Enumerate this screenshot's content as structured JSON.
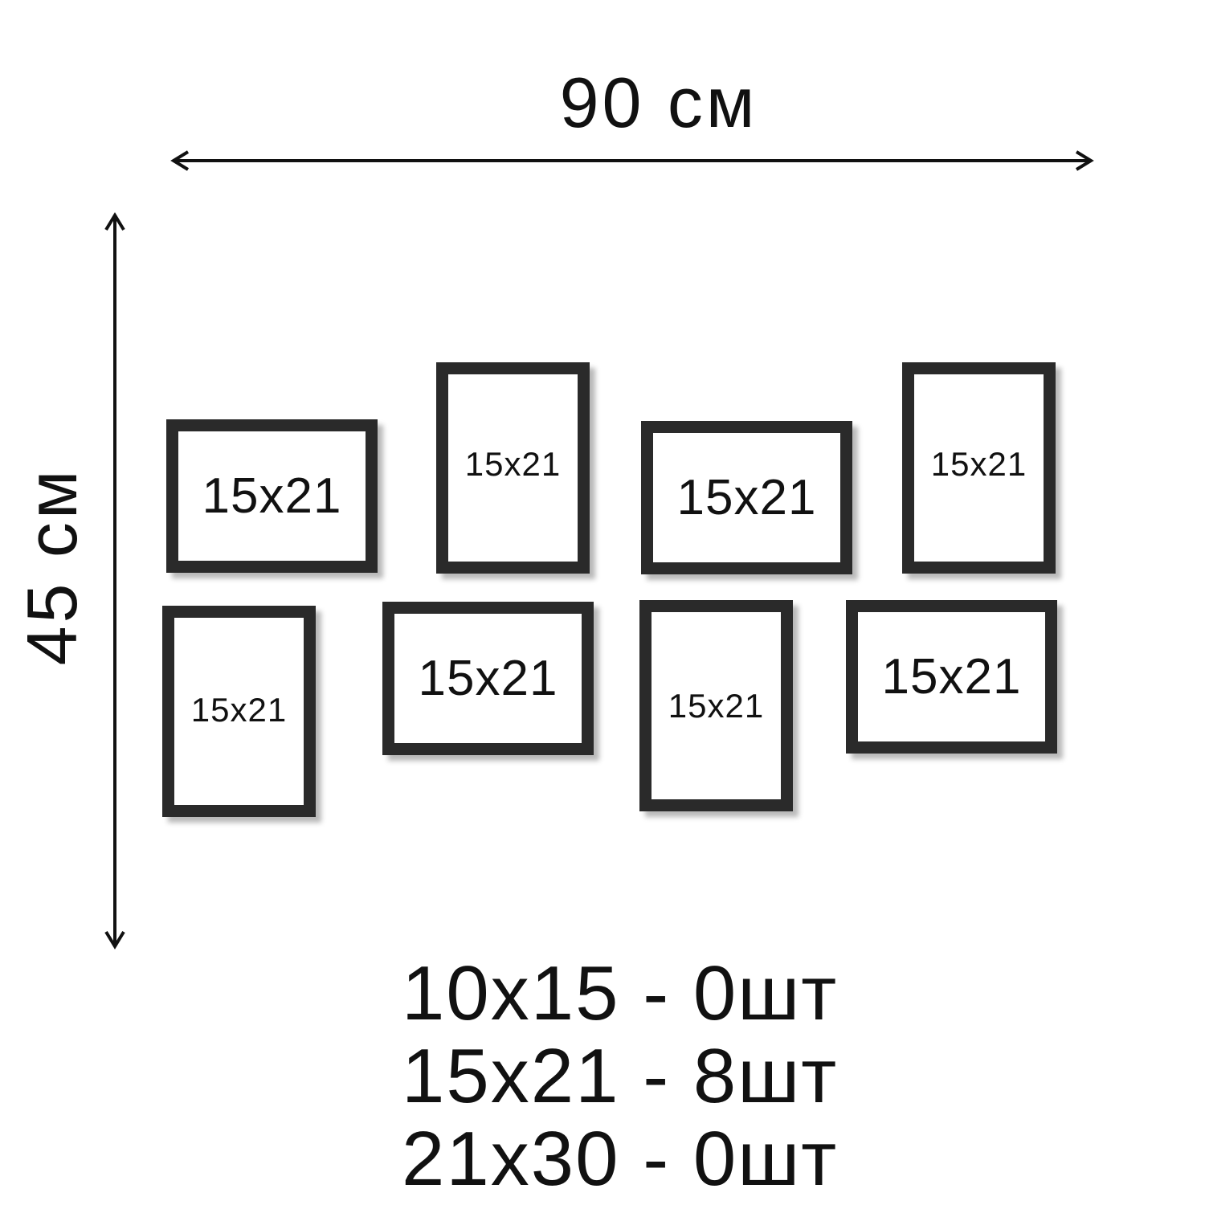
{
  "dimensions": {
    "width_label": "90 см",
    "height_label": "45 см"
  },
  "frames": [
    {
      "label": "15x21",
      "orientation": "landscape"
    },
    {
      "label": "15x21",
      "orientation": "portrait"
    },
    {
      "label": "15x21",
      "orientation": "landscape"
    },
    {
      "label": "15x21",
      "orientation": "portrait"
    },
    {
      "label": "15x21",
      "orientation": "portrait"
    },
    {
      "label": "15x21",
      "orientation": "landscape"
    },
    {
      "label": "15x21",
      "orientation": "portrait"
    },
    {
      "label": "15x21",
      "orientation": "landscape"
    }
  ],
  "summary": [
    "10x15 - 0шт",
    "15x21 - 8шт",
    "21x30 - 0шт"
  ],
  "colors": {
    "frame": "#2a2a2a",
    "text": "#111111",
    "background": "#ffffff"
  }
}
